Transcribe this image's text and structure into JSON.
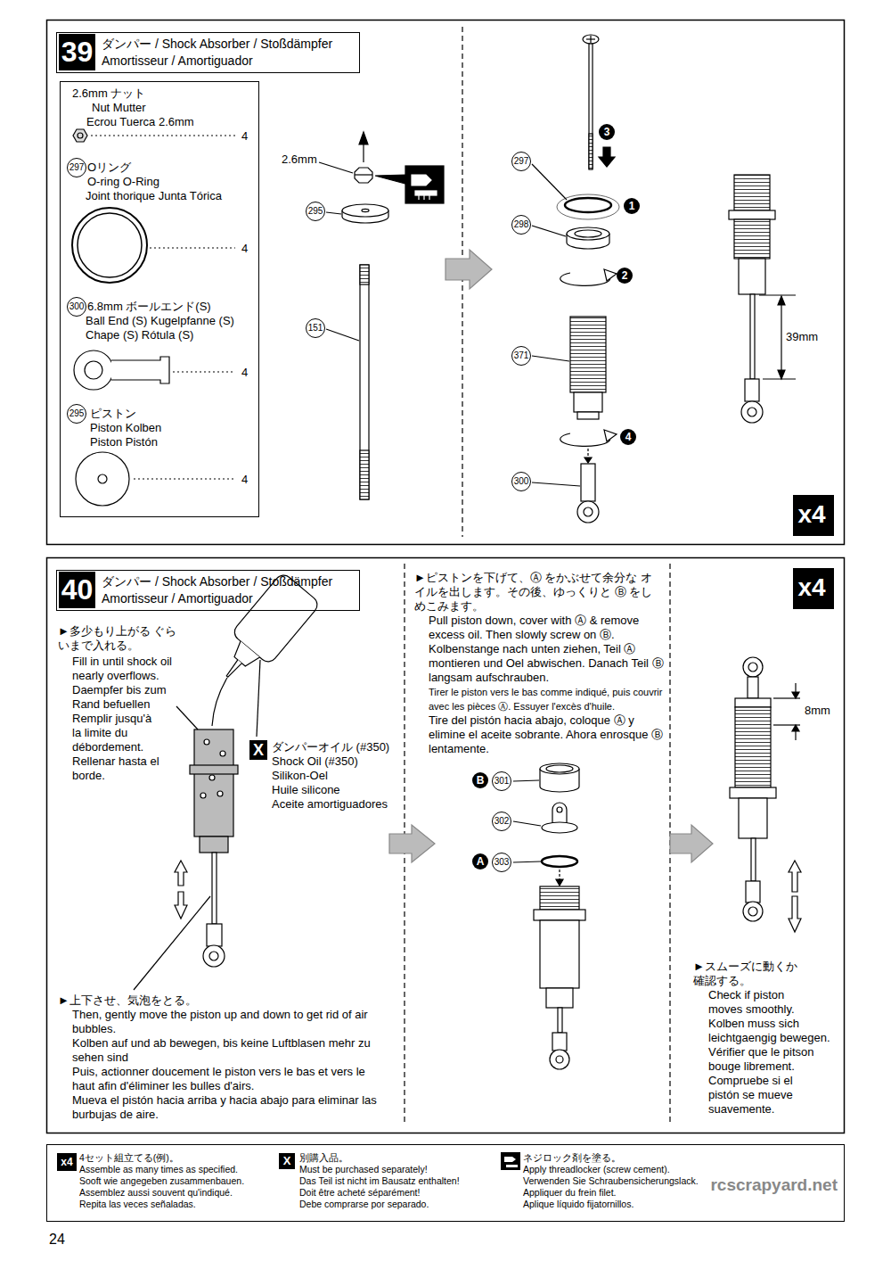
{
  "diagram": {
    "nodes": [
      {
        "text": [
          "39",
          "ダンパー / Shock Absorber / Stoßdämpfer Amortisseur / Amortiguador"
        ]
      },
      {
        "text": [
          "2.6mm ナット",
          "Nut Mutter",
          "Ecrou Tuerca 2.6mm",
          "4",
          "297",
          "Oリング",
          "O-ring O-Ring",
          "Joint thorique Junta Tórica",
          "4",
          "300",
          "6.8mm ボールエンド(S)",
          "Ball End (S) Kugelpfanne (S)",
          "Chape (S) Rótula (S)",
          "4",
          "295",
          "ピストン",
          "Piston Kolben",
          "Piston Pistón",
          "4"
        ]
      },
      {
        "text": [
          "x4"
        ]
      },
      {
        "text": [
          "40",
          "ダンパー / Shock Absorber / Stoßdämpfer Amortisseur / Amortiguador"
        ]
      },
      {
        "text": [
          "x4"
        ]
      },
      {
        "text": [
          "x4",
          "4セット組立てる(例)。",
          "Assemble as many times as specified.",
          "Sooft wie angegeben zusammenbauen.",
          "Assemblez aussi souvent qu'indiqué.",
          "Repita las veces señaladas.",
          "X",
          "別購入品。",
          "Must be purchased separately!",
          "Das Teil ist nicht im Bausatz enthalten!",
          "Doit être acheté séparément!",
          "Debe comprarse por separado.",
          "ネジロック剤を塗る。",
          "Apply threadlocker (screw cement).",
          "Verwenden Sie Schraubensicherungslack.",
          "Appliquer du frein filet.",
          "Aplique líquido fijatornillos."
        ]
      }
    ],
    "labels": [
      "2.6mm",
      "295",
      "151",
      "3",
      "297",
      "1",
      "298",
      "2",
      "371",
      "4",
      "300",
      "39mm",
      "►多少もり上がる ぐらいまで入れる。",
      "Fill in until shock oil nearly overflows.",
      "Daempfer bis zum Rand befuellen",
      "Remplir jusqu'à la limite du débordement.",
      "Rellenar hasta el borde.",
      "X",
      "ダンパーオイル (#350)",
      "Shock Oil (#350)",
      "Silikon-Oel",
      "Huile silicone",
      "Aceite amortiguadores",
      "►上下させ、気泡をとる。",
      "Then, gently move the piston up and down to get rid of air bubbles.",
      "Kolben auf und ab bewegen, bis keine Luftblasen mehr zu sehen sind",
      "Puis, actionner doucement le piston vers le bas et vers le haut afin d'éliminer les bulles d'airs.",
      "Mueva el pistón hacia arriba y hacia abajo para eliminar las burbujas de aire.",
      "►ピストンを下げて、Ⓐ をかぶせて余分な オイルを出します。その後、ゆっくりと Ⓑ をしめこみます。",
      "Pull piston down, cover with Ⓐ & remove excess oil. Then slowly screw on Ⓑ.",
      "Kolbenstange nach unten ziehen, Teil Ⓐ montieren und Oel abwischen. Danach Teil Ⓑ langsam aufschrauben.",
      "Tirer le piston vers le bas comme indiqué, puis couvrir avec les pièces Ⓐ. Essuyer l'excès d'huile.",
      "Tire del pistón hacia abajo, coloque Ⓐ y elimine el aceite sobrante. Ahora enrosque Ⓑ lentamente.",
      "B",
      "301",
      "302",
      "A",
      "303",
      "8mm",
      "►スムーズに動くか 確認する。",
      "Check if piston moves smoothly.",
      "Kolben muss sich leichtgaengig bewegen.",
      "Vérifier que le pitson bouge librement.",
      "Compruebe si el pistón se mueve suavemente.",
      "rcscrapyard.net",
      "24"
    ]
  }
}
